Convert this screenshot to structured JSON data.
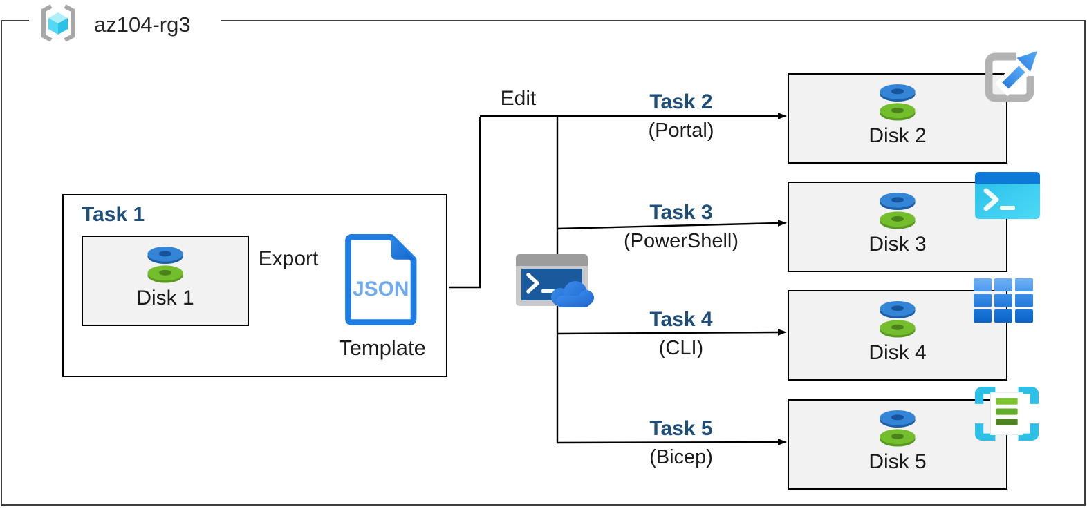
{
  "resource_group": {
    "name": "az104-rg3"
  },
  "task1": {
    "title": "Task 1",
    "disk_label": "Disk 1",
    "export_label": "Export",
    "json_badge": "JSON",
    "template_caption": "Template"
  },
  "edit_label": "Edit",
  "branches": [
    {
      "task": "Task 2",
      "method": "(Portal)",
      "disk_label": "Disk 2",
      "icon": "azure-portal-icon"
    },
    {
      "task": "Task 3",
      "method": "(PowerShell)",
      "disk_label": "Disk 3",
      "icon": "powershell-icon"
    },
    {
      "task": "Task 4",
      "method": "(CLI)",
      "disk_label": "Disk 4",
      "icon": "azure-cli-icon"
    },
    {
      "task": "Task 5",
      "method": "(Bicep)",
      "disk_label": "Disk 5",
      "icon": "bicep-template-icon"
    }
  ],
  "colors": {
    "task_label_blue": "#1F4E79",
    "box_fill_gray": "#F2F2F2",
    "connector_black": "#000000",
    "disk_top_blue": "#3585D6",
    "disk_bottom_green": "#74BD2C",
    "json_doc_blue": "#1E7CE2",
    "cyan_accent": "#2CC0E6",
    "frame_gray": "#3D3D3D"
  }
}
